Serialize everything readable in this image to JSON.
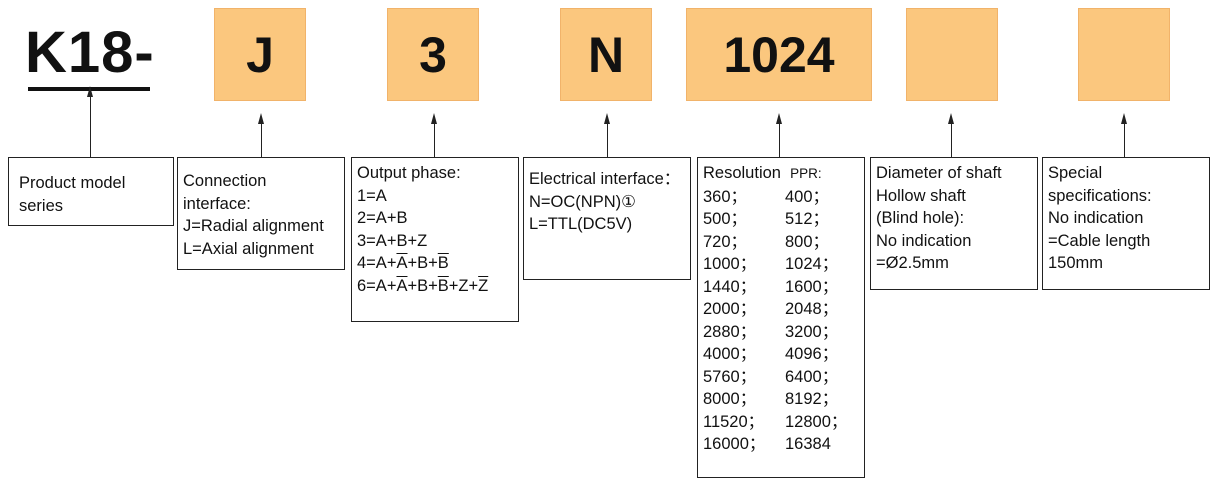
{
  "model": {
    "prefix": "K18-"
  },
  "code_boxes": [
    {
      "id": "connection",
      "value": "J"
    },
    {
      "id": "output",
      "value": "3"
    },
    {
      "id": "electrical",
      "value": "N"
    },
    {
      "id": "resolution",
      "value": "1024"
    },
    {
      "id": "shaft",
      "value": ""
    },
    {
      "id": "special",
      "value": ""
    }
  ],
  "descriptions": {
    "product_model": {
      "line1": "Product model",
      "line2": "series"
    },
    "connection": {
      "line1": "Connection",
      "line2": "interface:",
      "line3": "J=Radial alignment",
      "line4": "L=Axial alignment"
    },
    "output": {
      "title": "Output phase:",
      "opt1": "1=A",
      "opt2": "2=A+B",
      "opt3": "3=A+B+Z",
      "opt4": {
        "p1": "4=A+",
        "b1": "A",
        "p2": "+B+",
        "b2": "B"
      },
      "opt6": {
        "p1": "6=A+",
        "b1": "A",
        "p2": "+B+",
        "b2": "B",
        "p3": "+Z+",
        "b3": "Z"
      }
    },
    "electrical": {
      "title": "Electrical interface：",
      "opt1": "N=OC(NPN)①",
      "opt2": "L=TTL(DC5V)"
    },
    "resolution": {
      "title": "Resolution",
      "unit": "PPR:",
      "values": [
        [
          "360；",
          "400；"
        ],
        [
          "500；",
          "512；"
        ],
        [
          "720；",
          "800；"
        ],
        [
          "1000；",
          "1024；"
        ],
        [
          "1440；",
          "1600；"
        ],
        [
          "2000；",
          "2048；"
        ],
        [
          "2880；",
          "3200；"
        ],
        [
          "4000；",
          "4096；"
        ],
        [
          "5760；",
          "6400；"
        ],
        [
          "8000；",
          "8192；"
        ],
        [
          "11520；",
          "12800；"
        ],
        [
          "16000；",
          "16384"
        ]
      ]
    },
    "shaft": {
      "line1": "Diameter of shaft",
      "line2": "Hollow shaft",
      "line3": "(Blind hole):",
      "line4": "No indication",
      "line5": "=Ø2.5mm"
    },
    "special": {
      "line1": "Special",
      "line2": "specifications:",
      "line3": "No indication",
      "line4": "=Cable length",
      "line5": "150mm"
    }
  }
}
